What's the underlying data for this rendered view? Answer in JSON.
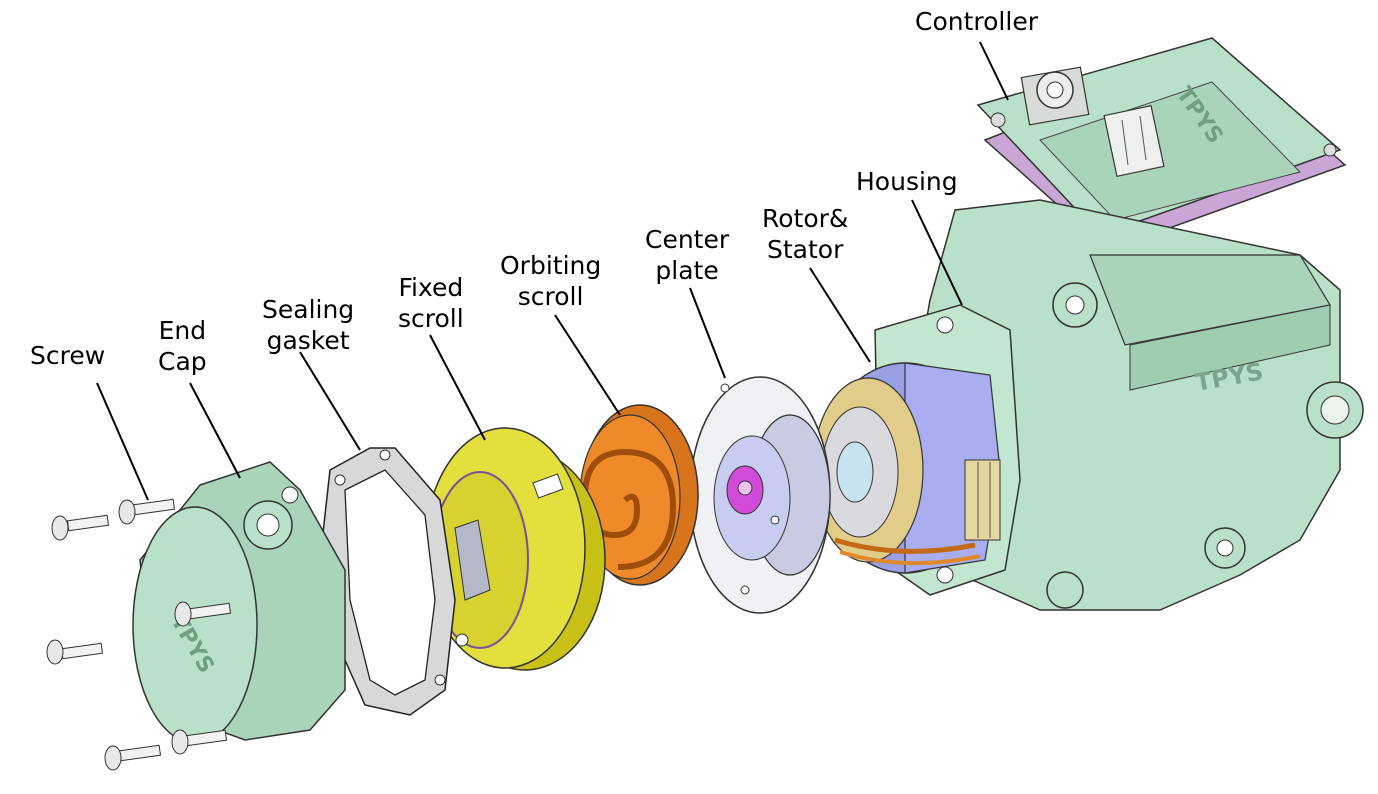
{
  "labels": {
    "screw": "Screw",
    "end_cap": [
      "End",
      "Cap"
    ],
    "sealing_gasket": [
      "Sealing",
      "gasket"
    ],
    "fixed_scroll": [
      "Fixed",
      "scroll"
    ],
    "orbiting_scroll": [
      "Orbiting",
      "scroll"
    ],
    "center_plate": [
      "Center",
      "plate"
    ],
    "rotor_stator": [
      "Rotor&",
      "Stator"
    ],
    "housing": "Housing",
    "controller": "Controller"
  },
  "brand_mark": "TPYS",
  "colors": {
    "housing_green": "#b9e0c8",
    "fixed_scroll_yellow": "#e3df3c",
    "orbiting_scroll_orange": "#ee8a2a",
    "stator_blue": "#a8aef0",
    "rotor_magenta": "#d24ad8",
    "gasket_gray": "#d0d0d0"
  }
}
